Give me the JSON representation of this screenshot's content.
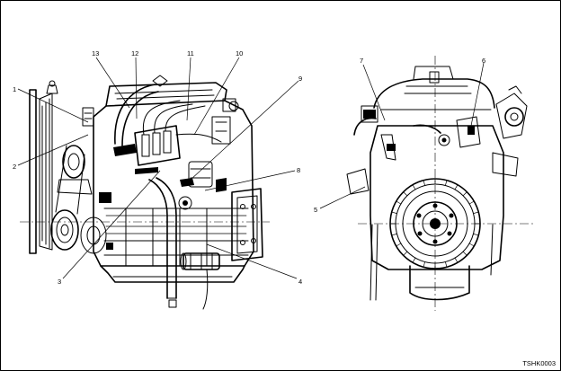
{
  "callouts": [
    "1",
    "2",
    "3",
    "4",
    "5",
    "6",
    "7",
    "8",
    "9",
    "10",
    "11",
    "12",
    "13"
  ],
  "figure_code": "TSHK0003"
}
